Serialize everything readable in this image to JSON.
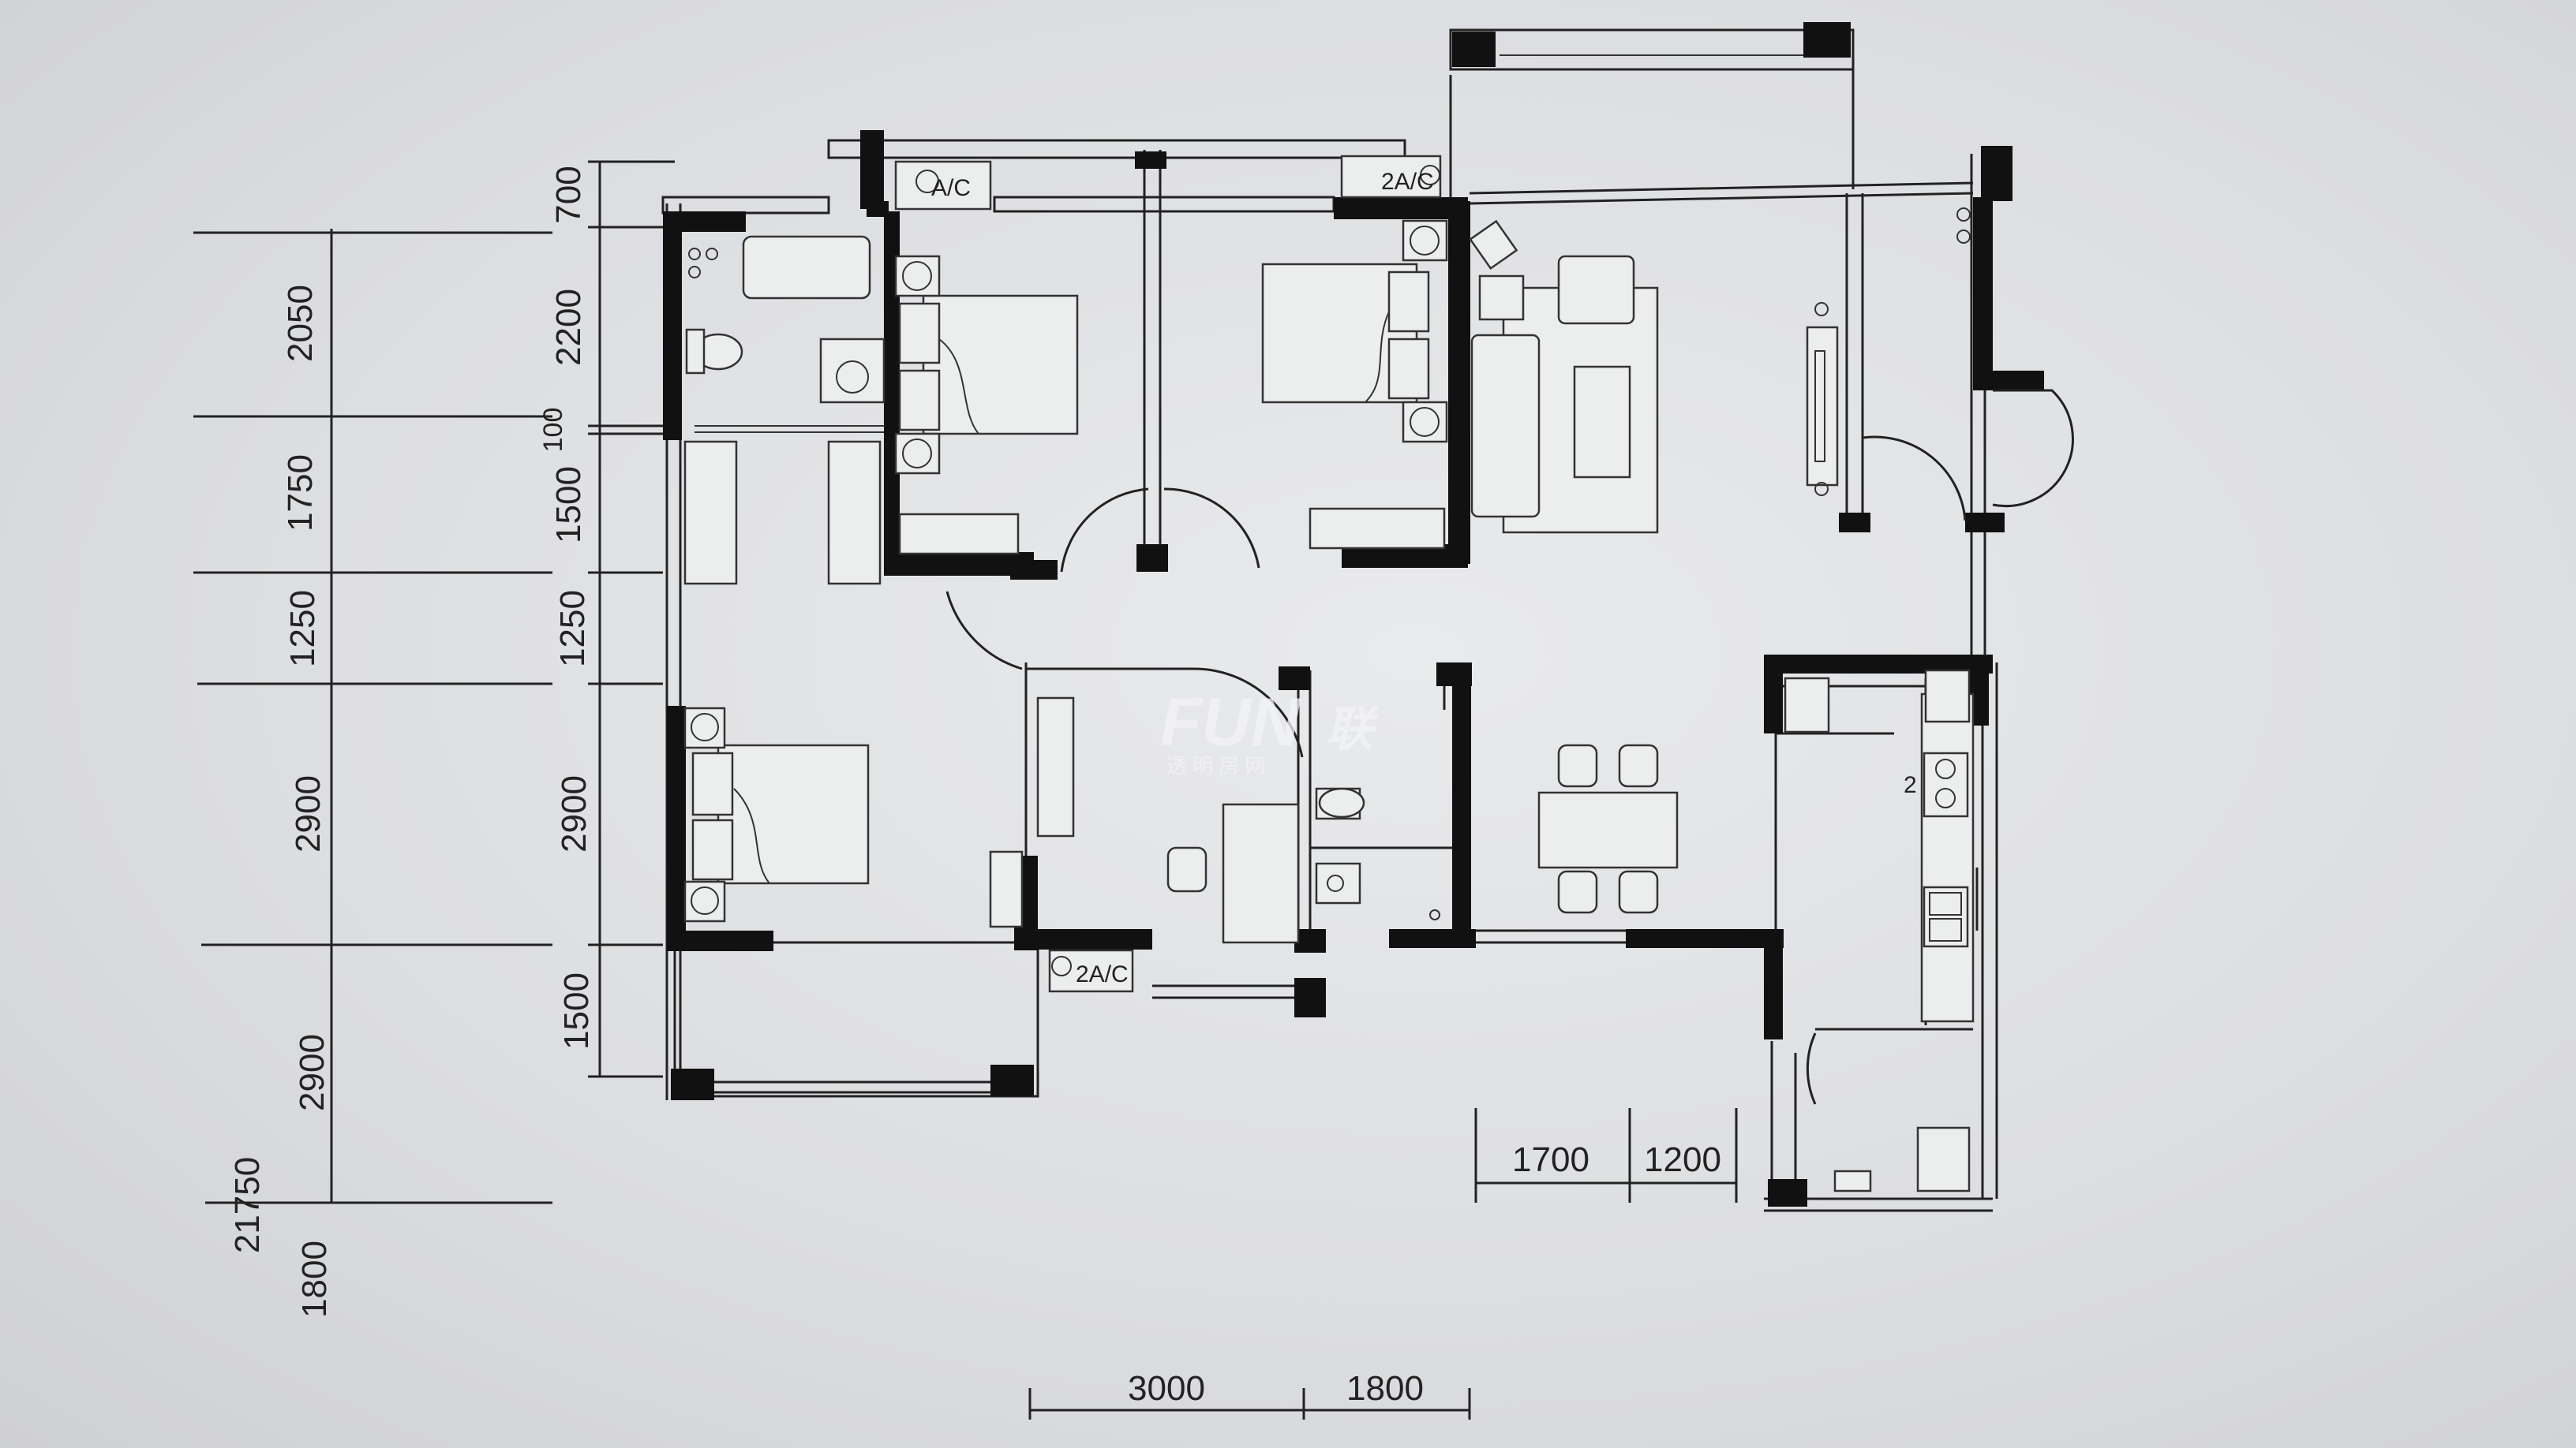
{
  "dimensions": {
    "left_outer": [
      "2050",
      "1750",
      "1250",
      "2900",
      "2900",
      "21750",
      "1800"
    ],
    "left_inner": [
      "700",
      "2200",
      "100",
      "1500",
      "1250",
      "2900",
      "1500"
    ],
    "bottom_right": [
      "1700",
      "1200"
    ],
    "bottom": [
      "3000",
      "1800"
    ]
  },
  "ac_labels": [
    "A/C",
    "2A/C",
    "2A/C"
  ],
  "kitchen_mark": "2",
  "watermark": {
    "text": "FUN",
    "suffix": "联",
    "subtitle": "透 明 房 网"
  },
  "colors": {
    "paper": "#e3e4e6",
    "ink": "#111111"
  }
}
